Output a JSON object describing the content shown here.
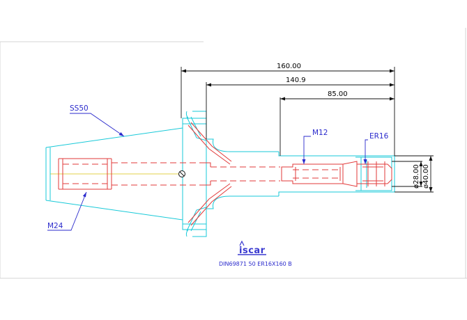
{
  "dimensions": {
    "overall_length": "160.00",
    "shank_length": "140.9",
    "bore_depth": "85.00",
    "bore_diameter": "ø28.00",
    "outer_diameter": "ø40.00"
  },
  "labels": {
    "taper": "SS50",
    "retention_thread": "M24",
    "screw_thread": "M12",
    "collet": "ER16"
  },
  "logo": {
    "text": "iscar"
  },
  "designation": "DIN69871  50  ER16X160  B",
  "colors": {
    "outline": "#17c9d8",
    "hidden_lines": "#e23a3a",
    "dimensions": "#111111",
    "annotations": "#2a2acc",
    "centerline": "#e3d24a"
  }
}
